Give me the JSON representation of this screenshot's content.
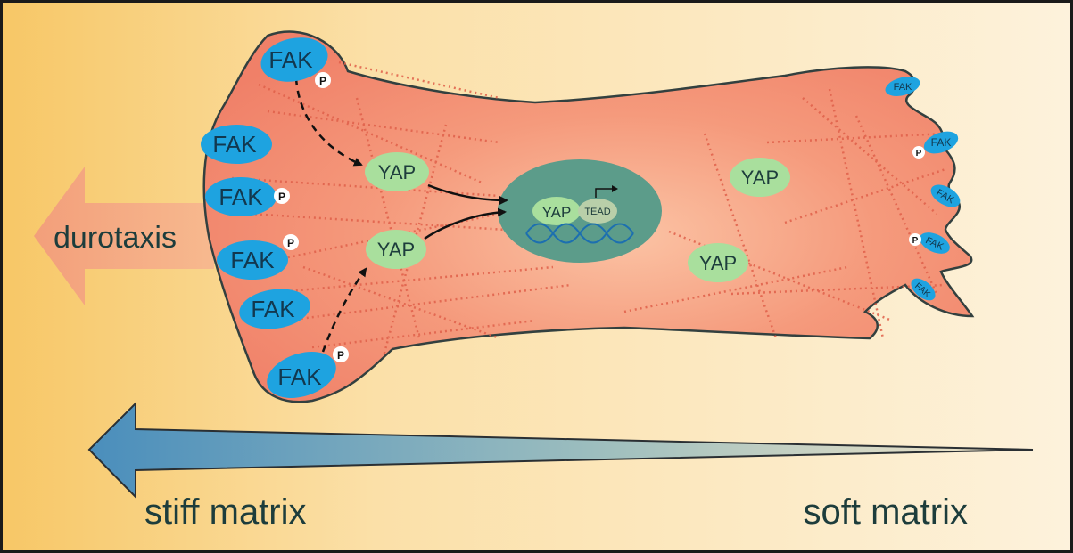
{
  "colors": {
    "background_left": "#f7c766",
    "background_right": "#fdf0d6",
    "cell_fill": "#f28a6e",
    "cell_outline": "#33403f",
    "fak_blue": "#1ea3e0",
    "fak_text": "#12384f",
    "yap_green": "#a9df9d",
    "nucleus": "#5c9c8a",
    "text_dark": "#1d3d3c",
    "gradient_arrow_left": "#4a8ebc",
    "durotaxis_arrow": "#f39a7c",
    "stress_fiber": "#e0604a"
  },
  "labels": {
    "durotaxis": "durotaxis",
    "stiff_matrix": "stiff matrix",
    "soft_matrix": "soft matrix"
  },
  "fak": {
    "label": "FAK",
    "phospho": "P"
  },
  "yap": {
    "label": "YAP",
    "nuclear_label": "YAP",
    "tead_label": "TEAD"
  }
}
